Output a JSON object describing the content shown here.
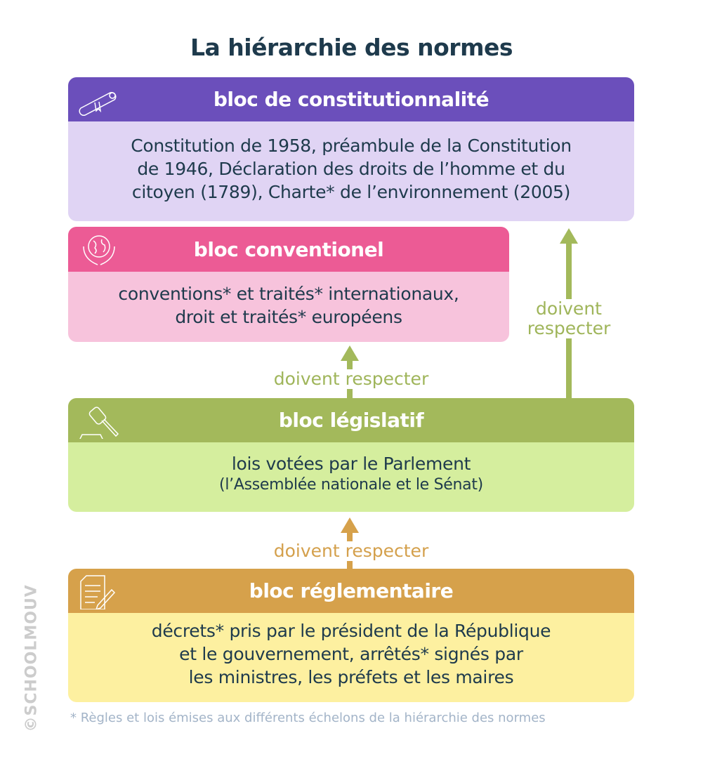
{
  "title": "La hiérarchie des normes",
  "blocks": [
    {
      "title": "bloc de constitutionnalité",
      "icon": "scroll-icon",
      "lines": [
        "Constitution de 1958, préambule de la Constitution",
        "de 1946, Déclaration des droits de l’homme et du",
        "citoyen (1789), Charte* de l’environnement (2005)"
      ],
      "header_color": "#6b4fbb",
      "body_color": "#e0d4f4"
    },
    {
      "title": "bloc conventionel",
      "icon": "globe-laurel-icon",
      "lines": [
        "conventions* et traités* internationaux,",
        "droit et traités* européens"
      ],
      "header_color": "#ec5b95",
      "body_color": "#f7c3dc"
    },
    {
      "title": "bloc législatif",
      "icon": "gavel-icon",
      "lines": [
        "lois votées par le Parlement",
        "(l’Assemblée nationale et le Sénat)"
      ],
      "header_color": "#a3b95b",
      "body_color": "#d5ee9e"
    },
    {
      "title": "bloc réglementaire",
      "icon": "document-pen-icon",
      "lines": [
        "décrets* pris par le président de la République",
        "et le gouvernement, arrêtés* signés par",
        "les ministres, les préfets et les maires"
      ],
      "header_color": "#d6a14b",
      "body_color": "#fdf0a0"
    }
  ],
  "arrows": {
    "legislatif_to_conventionel": {
      "label": "doivent respecter",
      "color": "#9fb55a"
    },
    "legislatif_to_constitution": {
      "label_lines": [
        "doivent",
        "respecter"
      ],
      "color": "#9fb55a"
    },
    "reglementaire_to_legislatif": {
      "label": "doivent respecter",
      "color": "#d4a04c"
    }
  },
  "footnote": "* Règles et lois émises aux différents échelons de la hiérarchie des normes",
  "watermark": "©SCHOOLMOUV"
}
